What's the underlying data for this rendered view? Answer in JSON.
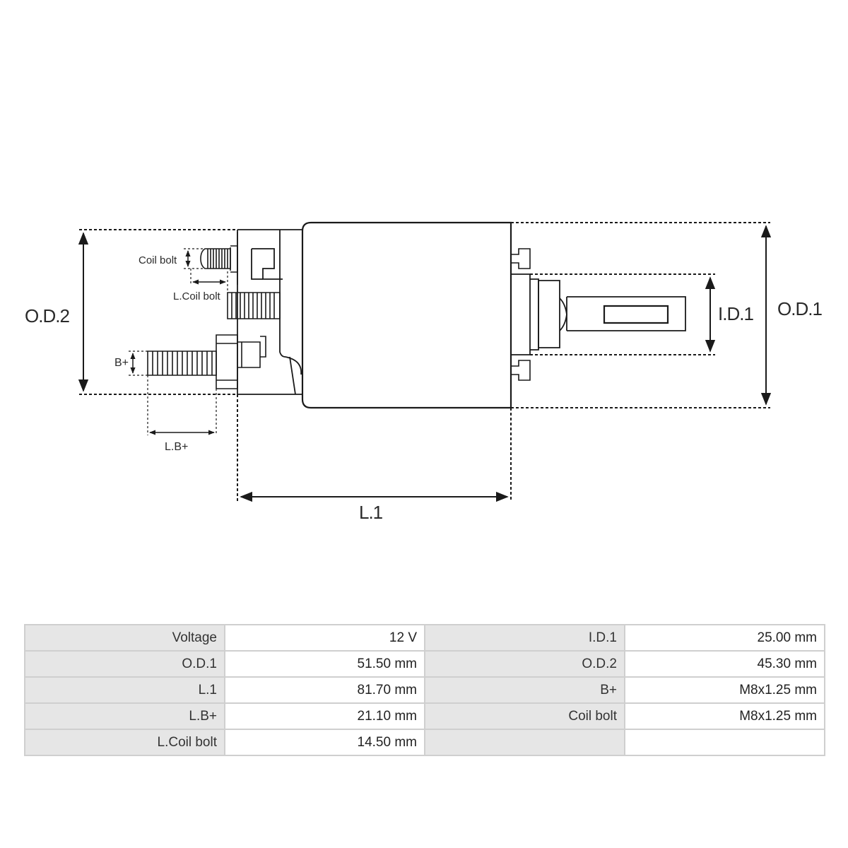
{
  "diagram": {
    "labels": {
      "od2": "O.D.2",
      "od1": "O.D.1",
      "id1": "I.D.1",
      "l1": "L.1",
      "lbplus": "L.B+",
      "bplus": "B+",
      "coil_bolt": "Coil bolt",
      "l_coil_bolt": "L.Coil bolt"
    }
  },
  "specs": {
    "rows": [
      [
        {
          "k": "Voltage",
          "v": "12 V"
        },
        {
          "k": "I.D.1",
          "v": "25.00 mm"
        }
      ],
      [
        {
          "k": "O.D.1",
          "v": "51.50 mm"
        },
        {
          "k": "O.D.2",
          "v": "45.30 mm"
        }
      ],
      [
        {
          "k": "L.1",
          "v": "81.70 mm"
        },
        {
          "k": "B+",
          "v": "M8x1.25 mm"
        }
      ],
      [
        {
          "k": "L.B+",
          "v": "21.10 mm"
        },
        {
          "k": "Coil bolt",
          "v": "M8x1.25 mm"
        }
      ],
      [
        {
          "k": "L.Coil bolt",
          "v": "14.50 mm"
        },
        {
          "k": "",
          "v": ""
        }
      ]
    ]
  }
}
